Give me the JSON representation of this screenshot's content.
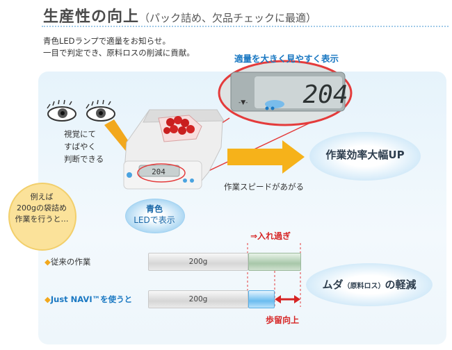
{
  "title": {
    "main": "生産性の向上",
    "sub": "（パック詰め、欠品チェックに最適）"
  },
  "intro": {
    "line1": "青色LEDランプで適量をお知らせ。",
    "line2": "一目で判定でき、原料ロスの削減に貢献。"
  },
  "callout": {
    "title": "適量を大きく見やすく表示",
    "display_value": "204"
  },
  "vision": {
    "line1": "視覚にて",
    "line2": "すばやく",
    "line3": "判断できる"
  },
  "efficiency": {
    "label": "作業効率大幅UP"
  },
  "speed": {
    "label": "作業スピードがあがる"
  },
  "example": {
    "line1": "例えば",
    "line2": "200gの袋詰め",
    "line3": "作業を行うと…"
  },
  "blue_led": {
    "line1": "青色",
    "line2": "LEDで表示"
  },
  "comparison": {
    "row1": {
      "bullet": "◆",
      "label": "従来の作業",
      "bar_label": "200g"
    },
    "row2": {
      "bullet": "◆",
      "label": "Just NAVI™を使うと",
      "bar_label": "200g"
    },
    "overfill_label": "⇒入れ過ぎ",
    "yield_label": "歩留向上"
  },
  "waste": {
    "prefix": "ムダ",
    "small": "（原料ロス）",
    "suffix": "の軽減"
  },
  "colors": {
    "accent_blue": "#1a78c2",
    "accent_red": "#d62424",
    "arrow_orange": "#f2a81d"
  }
}
